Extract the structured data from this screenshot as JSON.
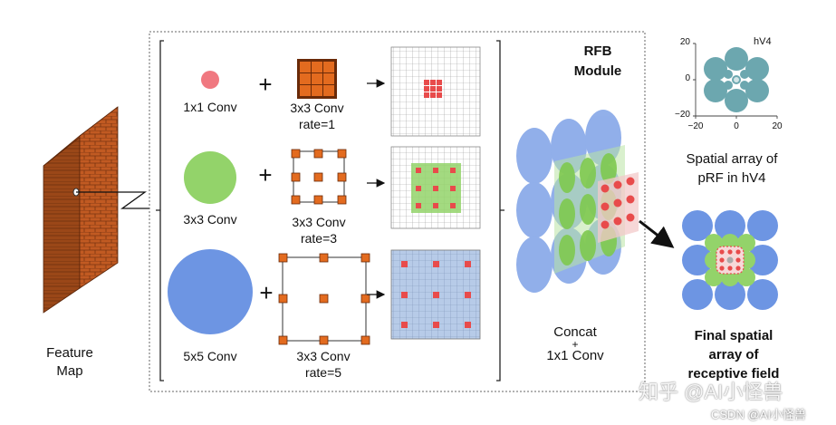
{
  "feature_map": {
    "line1": "Feature",
    "line2": "Map"
  },
  "rfb_title": {
    "line1": "RFB",
    "line2": "Module"
  },
  "rows": [
    {
      "left_label": "1x1 Conv",
      "kernel_label": "3x3 Conv",
      "rate_label": "rate=1"
    },
    {
      "left_label": "3x3 Conv",
      "kernel_label": "3x3 Conv",
      "rate_label": "rate=3"
    },
    {
      "left_label": "5x5 Conv",
      "kernel_label": "3x3 Conv",
      "rate_label": "rate=5"
    }
  ],
  "plus_symbol": "+",
  "concat": {
    "line1": "Concat",
    "plus": "+",
    "line2": "1x1 Conv"
  },
  "hv4_plot": {
    "title": "hV4",
    "y_ticks": [
      "20",
      "0",
      "−20"
    ],
    "x_ticks": [
      "−20",
      "0",
      "20"
    ]
  },
  "hv4_caption": {
    "line1": "Spatial array of",
    "line2": "pRF in hV4"
  },
  "final_caption": {
    "line1": "Final spatial",
    "line2": "array of",
    "line3": "receptive field"
  },
  "watermarks": {
    "zhihu": "知乎 @AI小怪兽",
    "csdn": "CSDN @AI小怪兽"
  },
  "colors": {
    "brick": "#b8551f",
    "orange_dot": "#e36b1f",
    "red_dot": "#e84b4b",
    "pink_circle": "#f07880",
    "green": "#93d36a",
    "blue": "#6d95e3",
    "teal": "#5d9ea7"
  }
}
